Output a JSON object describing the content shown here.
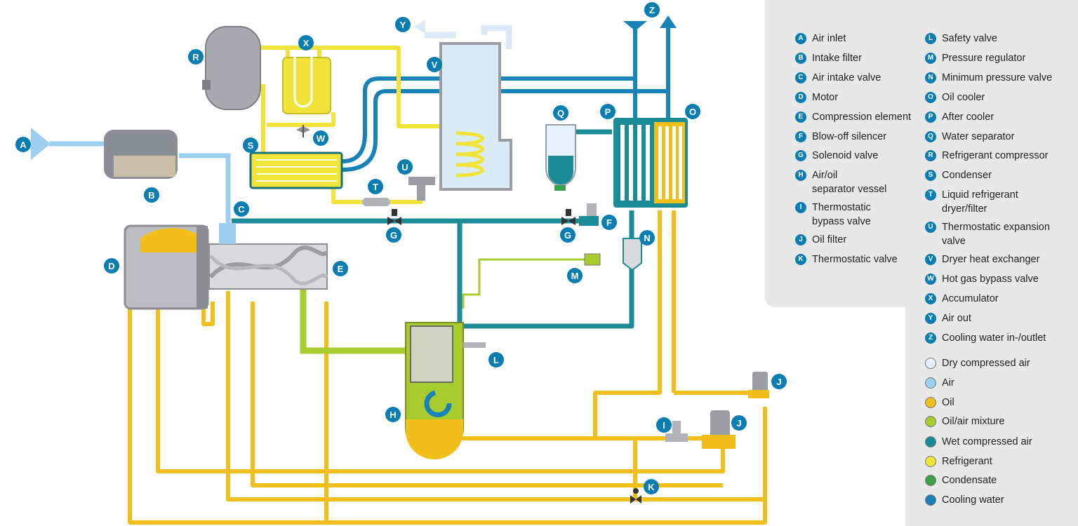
{
  "colors": {
    "accent": "#0a7db3",
    "dry_air": "#e6f1fb",
    "air": "#9dd0ee",
    "oil": "#f2bf1a",
    "oil_air": "#a8cc2e",
    "wet_air": "#1b8b97",
    "refrigerant": "#f1e33a",
    "condensate": "#3aa34a",
    "cooling_water": "#1982b8"
  },
  "legend_components": [
    {
      "letter": "A",
      "label": "Air inlet"
    },
    {
      "letter": "B",
      "label": "Intake filter"
    },
    {
      "letter": "C",
      "label": "Air intake valve"
    },
    {
      "letter": "D",
      "label": "Motor"
    },
    {
      "letter": "E",
      "label": "Compression element"
    },
    {
      "letter": "F",
      "label": "Blow-off silencer"
    },
    {
      "letter": "G",
      "label": "Solenoid valve"
    },
    {
      "letter": "H",
      "label": "Air/oil\nseparator vessel"
    },
    {
      "letter": "I",
      "label": "Thermostatic\nbypass valve"
    },
    {
      "letter": "J",
      "label": "Oil filter"
    },
    {
      "letter": "K",
      "label": "Thermostatic valve"
    },
    {
      "letter": "L",
      "label": "Safety valve"
    },
    {
      "letter": "M",
      "label": "Pressure regulator"
    },
    {
      "letter": "N",
      "label": "Minimum pressure valve"
    },
    {
      "letter": "O",
      "label": "Oil cooler"
    },
    {
      "letter": "P",
      "label": "After cooler"
    },
    {
      "letter": "Q",
      "label": "Water separator"
    },
    {
      "letter": "R",
      "label": "Refrigerant compressor"
    },
    {
      "letter": "S",
      "label": "Condenser"
    },
    {
      "letter": "T",
      "label": "Liquid refrigerant\ndryer/filter"
    },
    {
      "letter": "U",
      "label": "Thermostatic expansion\nvalve"
    },
    {
      "letter": "V",
      "label": "Dryer heat exchanger"
    },
    {
      "letter": "W",
      "label": "Hot gas bypass valve"
    },
    {
      "letter": "X",
      "label": "Accumulator"
    },
    {
      "letter": "Y",
      "label": "Air out"
    },
    {
      "letter": "Z",
      "label": "Cooling water in-/outlet"
    }
  ],
  "legend_media": [
    {
      "label": "Dry compressed air",
      "color": "#e6f1fb"
    },
    {
      "label": "Air",
      "color": "#9dd0ee"
    },
    {
      "label": "Oil",
      "color": "#f2bf1a"
    },
    {
      "label": "Oil/air mixture",
      "color": "#a8cc2e"
    },
    {
      "label": "Wet compressed air",
      "color": "#1b8b97"
    },
    {
      "label": "Refrigerant",
      "color": "#f1e33a"
    },
    {
      "label": "Condensate",
      "color": "#3aa34a"
    },
    {
      "label": "Cooling water",
      "color": "#1982b8"
    }
  ],
  "diagram_tags": [
    {
      "letter": "A"
    },
    {
      "letter": "B"
    },
    {
      "letter": "C"
    },
    {
      "letter": "D"
    },
    {
      "letter": "E"
    },
    {
      "letter": "F"
    },
    {
      "letter": "G"
    },
    {
      "letter": "G"
    },
    {
      "letter": "H"
    },
    {
      "letter": "I"
    },
    {
      "letter": "J"
    },
    {
      "letter": "J"
    },
    {
      "letter": "K"
    },
    {
      "letter": "L"
    },
    {
      "letter": "M"
    },
    {
      "letter": "N"
    },
    {
      "letter": "O"
    },
    {
      "letter": "P"
    },
    {
      "letter": "Q"
    },
    {
      "letter": "R"
    },
    {
      "letter": "S"
    },
    {
      "letter": "T"
    },
    {
      "letter": "U"
    },
    {
      "letter": "V"
    },
    {
      "letter": "W"
    },
    {
      "letter": "X"
    },
    {
      "letter": "Y"
    },
    {
      "letter": "Z"
    }
  ]
}
